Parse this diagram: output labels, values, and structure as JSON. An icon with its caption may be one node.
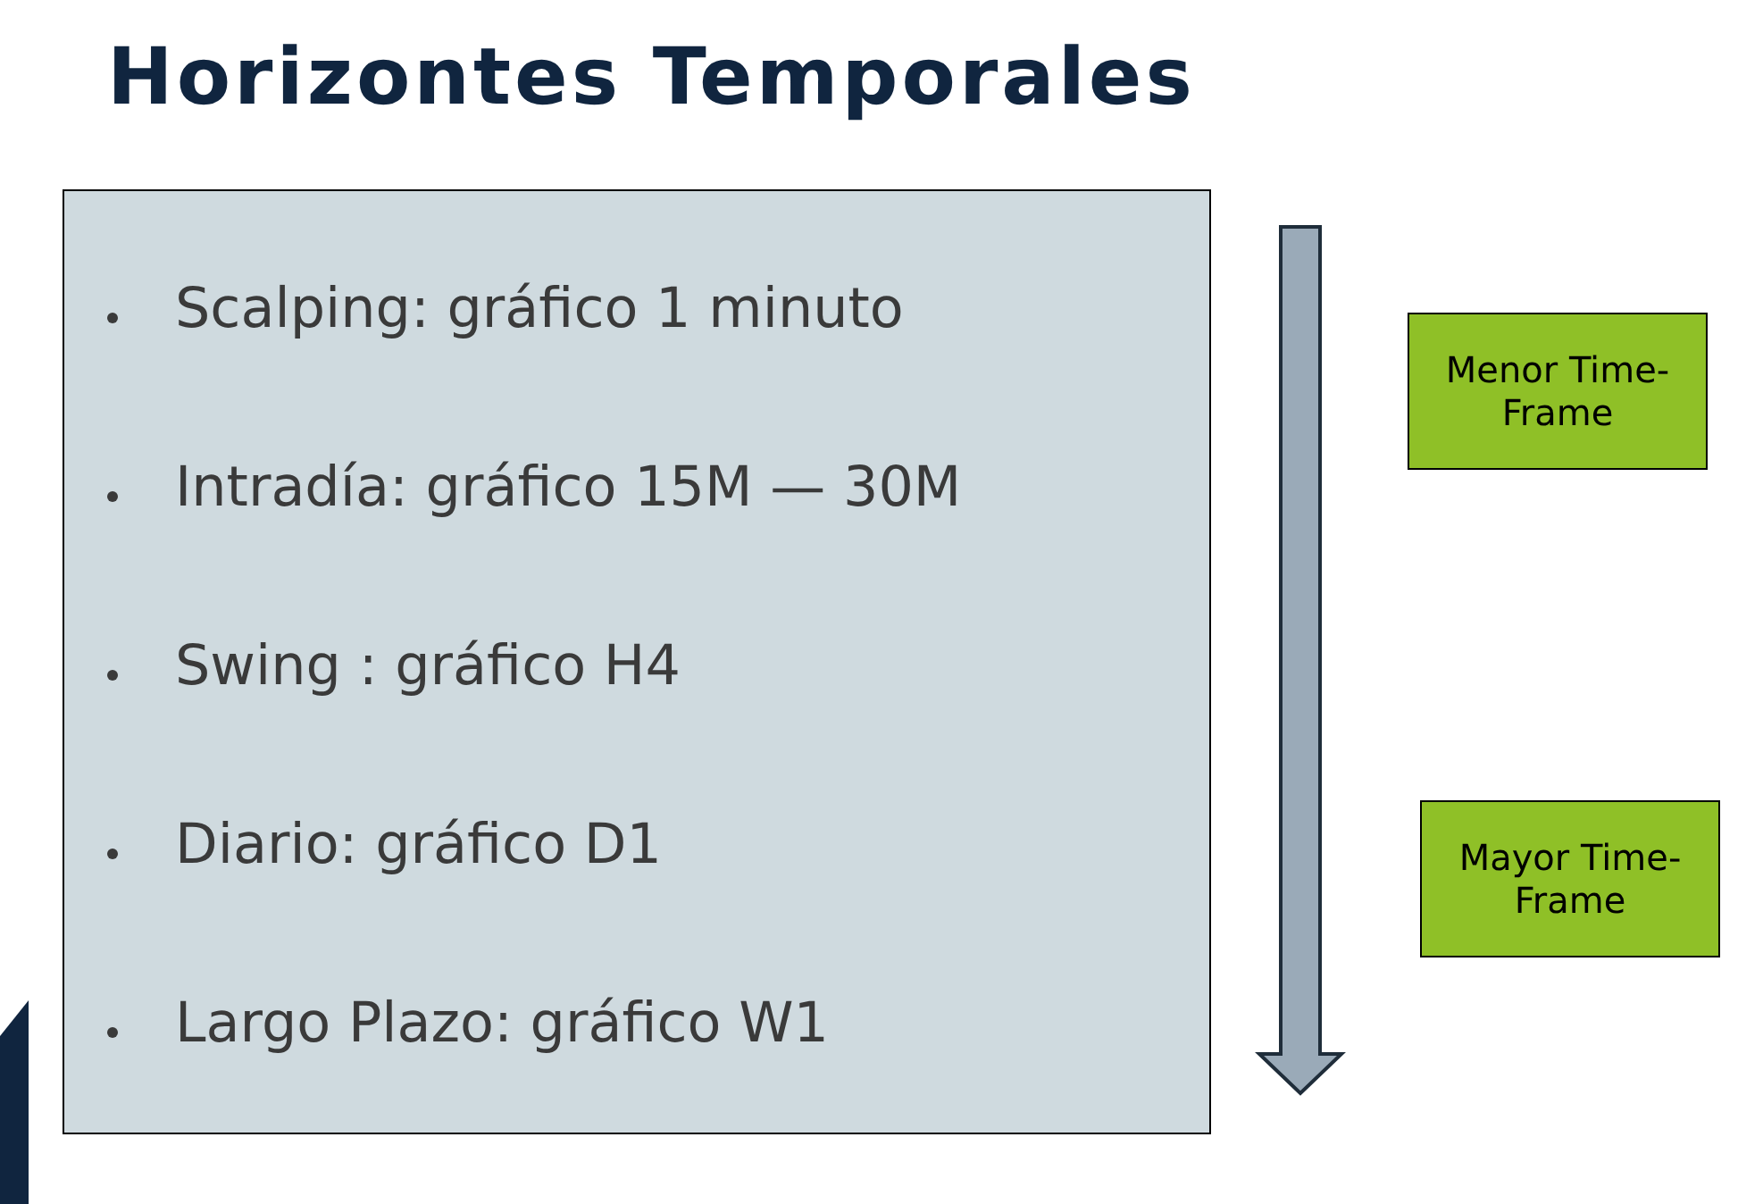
{
  "diagram": {
    "title": "Horizontes Temporales",
    "nodes": [
      {
        "text": [
          "Scalping: gráfico 1 minuto",
          "Intradía: gráfico 15M — 30M",
          "Swing : gráfico H4",
          "Diario: gráfico D1",
          "Largo Plazo: gráfico W1"
        ]
      },
      {
        "text": [
          "Menor Time-Frame"
        ]
      },
      {
        "text": [
          "Mayor Time-Frame"
        ]
      }
    ],
    "edges": []
  }
}
